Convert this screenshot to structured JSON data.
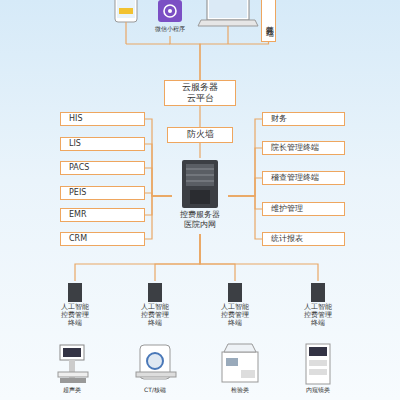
{
  "diagram": {
    "nodes": [
      {
        "text": [
          "微信小程序"
        ]
      },
      {
        "text": [
          "其它终端"
        ]
      },
      {
        "text": [
          "云服务器 云平台"
        ]
      },
      {
        "text": [
          "防火墙"
        ]
      },
      {
        "text": [
          "HIS"
        ]
      },
      {
        "text": [
          "LIS"
        ]
      },
      {
        "text": [
          "PACS"
        ]
      },
      {
        "text": [
          "PEIS"
        ]
      },
      {
        "text": [
          "EMR"
        ]
      },
      {
        "text": [
          "CRM"
        ]
      },
      {
        "text": [
          "控费服务器 医院内网"
        ]
      },
      {
        "text": [
          "财务"
        ]
      },
      {
        "text": [
          "院长管理终端"
        ]
      },
      {
        "text": [
          "稽查管理终端"
        ]
      },
      {
        "text": [
          "维护管理"
        ]
      },
      {
        "text": [
          "统计报表"
        ]
      },
      {
        "text": [
          "人工智能控费管理终端"
        ]
      },
      {
        "text": [
          "人工智能控费管理终端"
        ]
      },
      {
        "text": [
          "人工智能控费管理终端"
        ]
      },
      {
        "text": [
          "人工智能控费管理终端"
        ]
      },
      {
        "text": [
          "超声类"
        ]
      },
      {
        "text": [
          "CT/核磁"
        ]
      },
      {
        "text": [
          "检验类"
        ]
      },
      {
        "text": [
          "内窥镜类"
        ]
      }
    ],
    "edges": [
      {
        "from": 0,
        "to": 2,
        "arrow": "none"
      },
      {
        "from": 1,
        "to": 2,
        "arrow": "none"
      },
      {
        "from": 2,
        "to": 3,
        "arrow": "none"
      },
      {
        "from": 3,
        "to": 10,
        "arrow": "none"
      },
      {
        "from": 4,
        "to": 10,
        "arrow": "none"
      },
      {
        "from": 5,
        "to": 10,
        "arrow": "none"
      },
      {
        "from": 6,
        "to": 10,
        "arrow": "none"
      },
      {
        "from": 7,
        "to": 10,
        "arrow": "none"
      },
      {
        "from": 8,
        "to": 10,
        "arrow": "none"
      },
      {
        "from": 9,
        "to": 10,
        "arrow": "none"
      },
      {
        "from": 10,
        "to": 11,
        "arrow": "none"
      },
      {
        "from": 10,
        "to": 12,
        "arrow": "none"
      },
      {
        "from": 10,
        "to": 13,
        "arrow": "none"
      },
      {
        "from": 10,
        "to": 14,
        "arrow": "none"
      },
      {
        "from": 10,
        "to": 15,
        "arrow": "none"
      },
      {
        "from": 10,
        "to": 16,
        "arrow": "none"
      },
      {
        "from": 10,
        "to": 17,
        "arrow": "none"
      },
      {
        "from": 10,
        "to": 18,
        "arrow": "none"
      },
      {
        "from": 10,
        "to": 19,
        "arrow": "none"
      }
    ]
  }
}
